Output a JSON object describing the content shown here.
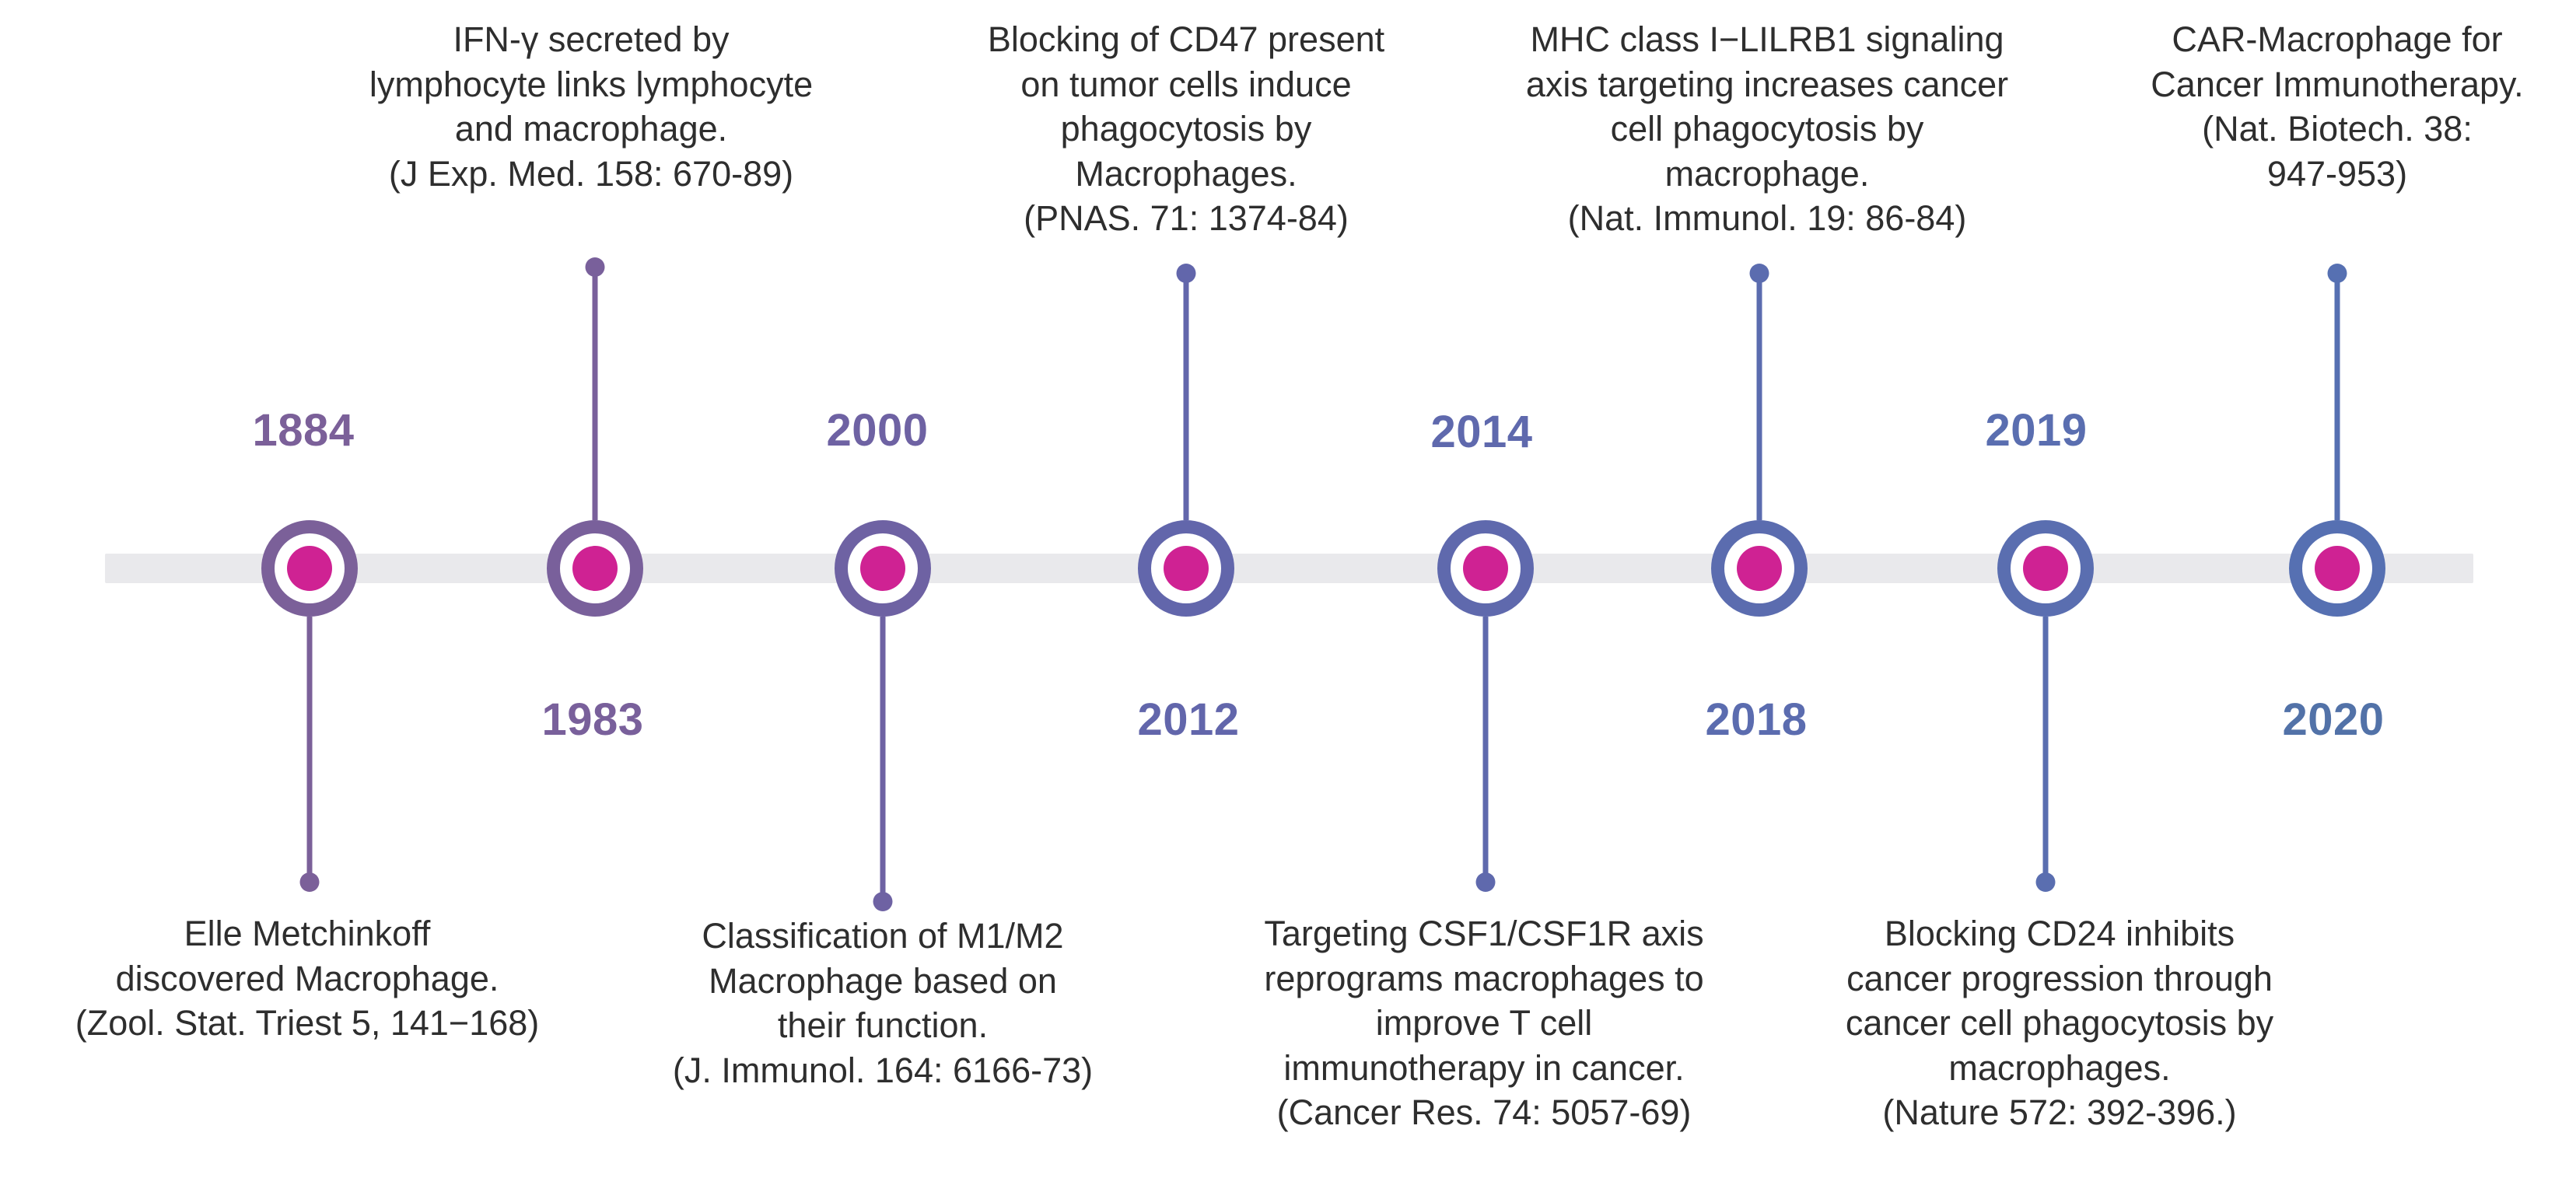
{
  "figure": {
    "kind": "horizontal-timeline",
    "subject": "History of macrophage research milestones",
    "rail_color": "#e9e9ec",
    "background": "#ffffff"
  },
  "palette": {
    "ring_start": "#7b6099",
    "ring_end": "#5a6bad",
    "core": "#cf2293",
    "year_start": "#7b6099",
    "year_end": "#5272a8",
    "text": "#2e2e2e"
  },
  "milestones": [
    {
      "id": "m1884",
      "year": "1884",
      "side": "below",
      "ring_color": "#7b6099",
      "year_color": "#7b6099",
      "note": "Elle Metchinkoff\ndiscovered Macrophage.\n(Zool. Stat. Triest 5, 141−168)"
    },
    {
      "id": "m1983",
      "year": "1983",
      "side": "above",
      "ring_color": "#79609b",
      "year_color": "#79609b",
      "note": "IFN-γ secreted by\nlymphocyte links lymphocyte\nand macrophage.\n(J Exp. Med. 158: 670-89)"
    },
    {
      "id": "m2000",
      "year": "2000",
      "side": "below",
      "ring_color": "#6e62a3",
      "year_color": "#6e62a3",
      "note": "Classification of M1/M2\nMacrophage based on\ntheir function.\n(J. Immunol. 164: 6166-73)"
    },
    {
      "id": "m2012",
      "year": "2012",
      "side": "above",
      "ring_color": "#6266ab",
      "year_color": "#6266ab",
      "note": "Blocking of CD47 present\non tumor cells induce\nphagocytosis by\nMacrophages.\n(PNAS. 71: 1374-84)"
    },
    {
      "id": "m2014",
      "year": "2014",
      "side": "below",
      "ring_color": "#5f69ad",
      "year_color": "#5f69ad",
      "note": "Targeting CSF1/CSF1R axis\nreprograms macrophages to\nimprove T cell\nimmunotherapy in cancer.\n(Cancer Res. 74: 5057-69)"
    },
    {
      "id": "m2018",
      "year": "2018",
      "side": "above",
      "ring_color": "#5b6caf",
      "year_color": "#5b6caf",
      "note": "MHC class I−LILRB1 signaling\naxis targeting increases cancer\ncell phagocytosis by\nmacrophage.\n(Nat. Immunol. 19: 86-84)"
    },
    {
      "id": "m2019",
      "year": "2019",
      "side": "below",
      "ring_color": "#5a6eb0",
      "year_color": "#5a6eb0",
      "note": "Blocking CD24 inhibits\ncancer progression through\ncancer cell phagocytosis by\nmacrophages.\n(Nature 572: 392-396.)"
    },
    {
      "id": "m2020",
      "year": "2020",
      "side": "above",
      "ring_color": "#5670b2",
      "year_color": "#5272a8",
      "note": "CAR-Macrophage for\nCancer Immunotherapy.\n(Nat. Biotech. 38:\n947-953)"
    }
  ]
}
